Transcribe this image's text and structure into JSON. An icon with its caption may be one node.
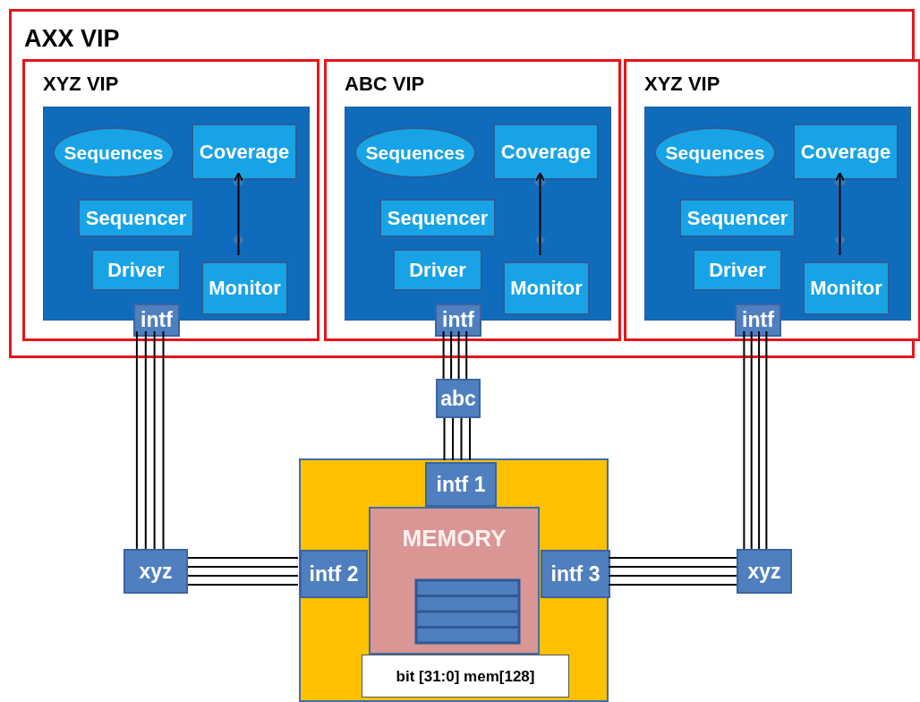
{
  "diagram": {
    "nodes": [
      {
        "text": [
          "AXX VIP"
        ]
      },
      {
        "text": [
          "XYZ VIP"
        ],
        "in": 0
      },
      {
        "text": [],
        "shape": "box",
        "in": 1
      },
      {
        "text": [
          "Sequences"
        ],
        "in": 2
      },
      {
        "text": [
          "Coverage"
        ],
        "in": 2
      },
      {
        "text": [
          "Sequencer"
        ],
        "in": 2
      },
      {
        "text": [
          "Driver"
        ],
        "in": 2
      },
      {
        "text": [
          "Monitor"
        ],
        "in": 2
      },
      {
        "text": [
          "intf"
        ],
        "in": 1
      },
      {
        "text": [
          "ABC VIP"
        ],
        "in": 0
      },
      {
        "text": [],
        "shape": "box",
        "in": 9
      },
      {
        "text": [
          "Sequences"
        ],
        "in": 10
      },
      {
        "text": [
          "Coverage"
        ],
        "in": 10
      },
      {
        "text": [
          "Sequencer"
        ],
        "in": 10
      },
      {
        "text": [
          "Driver"
        ],
        "in": 10
      },
      {
        "text": [
          "Monitor"
        ],
        "in": 10
      },
      {
        "text": [
          "intf"
        ],
        "in": 9
      },
      {
        "text": [
          "XYZ VIP"
        ],
        "in": 0
      },
      {
        "text": [],
        "shape": "box",
        "in": 17
      },
      {
        "text": [
          "Sequences"
        ],
        "in": 18
      },
      {
        "text": [
          "Coverage"
        ],
        "in": 18
      },
      {
        "text": [
          "Sequencer"
        ],
        "in": 18
      },
      {
        "text": [
          "Driver"
        ],
        "in": 18
      },
      {
        "text": [
          "Monitor"
        ],
        "in": 18
      },
      {
        "text": [
          "intf"
        ],
        "in": 17
      },
      {
        "text": [
          "abc"
        ]
      },
      {
        "text": [
          "xyz"
        ]
      },
      {
        "text": [
          "xyz"
        ]
      },
      {
        "text": [],
        "shape": "box"
      },
      {
        "text": [
          "MEMORY"
        ],
        "in": 28
      },
      {
        "text": [
          "intf 1"
        ],
        "in": 28
      },
      {
        "text": [
          "intf 2"
        ],
        "in": 28
      },
      {
        "text": [
          "intf 3"
        ],
        "in": 28
      },
      {
        "text": [
          "bit [31:0] mem[128]"
        ],
        "in": 28
      }
    ],
    "edges": [
      {
        "from": 7,
        "to": 4,
        "arrow": "to"
      },
      {
        "from": 15,
        "to": 12,
        "arrow": "to"
      },
      {
        "from": 23,
        "to": 20,
        "arrow": "to"
      },
      {
        "from": 8,
        "to": 26,
        "arrow": "none"
      },
      {
        "from": 26,
        "to": 31,
        "arrow": "none"
      },
      {
        "from": 16,
        "to": 25,
        "arrow": "none"
      },
      {
        "from": 25,
        "to": 30,
        "arrow": "none"
      },
      {
        "from": 24,
        "to": 27,
        "arrow": "none"
      },
      {
        "from": 27,
        "to": 32,
        "arrow": "none"
      }
    ]
  }
}
